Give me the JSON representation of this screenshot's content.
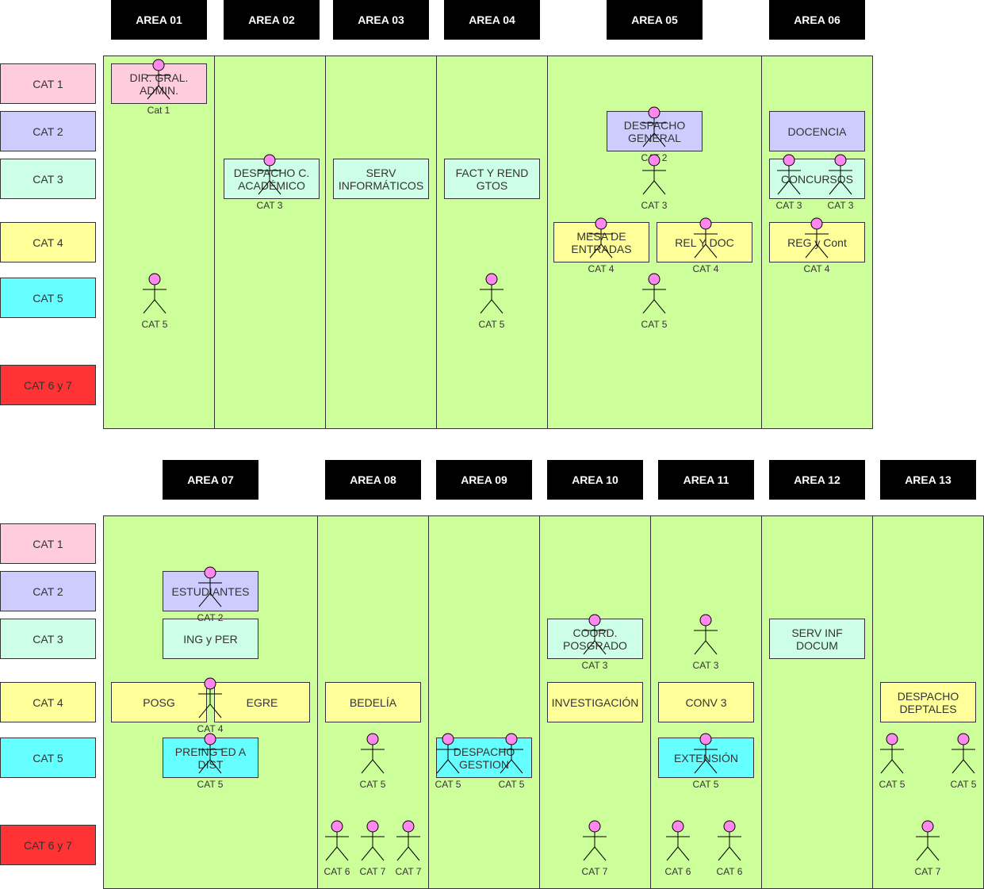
{
  "colors": {
    "cat1": "#ffccdd",
    "cat2": "#ccccff",
    "cat3": "#ccffe6",
    "cat4": "#ffff99",
    "cat5": "#66ffff",
    "cat67": "#ff3333",
    "area": "#ccff99",
    "actor_head": "#ff88ee"
  },
  "section1": {
    "areas": [
      "AREA 01",
      "AREA 02",
      "AREA 03",
      "AREA 04",
      "AREA 05",
      "AREA 06"
    ],
    "categories": [
      "CAT 1",
      "CAT 2",
      "CAT 3",
      "CAT 4",
      "CAT 5",
      "CAT 6 y 7"
    ],
    "boxes": [
      {
        "text": "DIR. GRAL. ADMIN.",
        "cat": "cat1"
      },
      {
        "text": "DESPACHO C. ACADÉMICO",
        "cat": "cat3"
      },
      {
        "text": "SERV INFORMÁTICOS",
        "cat": "cat3"
      },
      {
        "text": "FACT Y REND GTOS",
        "cat": "cat3"
      },
      {
        "text": "DESPACHO GENERAL",
        "cat": "cat2"
      },
      {
        "text": "MESA DE ENTRADAS",
        "cat": "cat4"
      },
      {
        "text": "REL Y DOC",
        "cat": "cat4"
      },
      {
        "text": "DOCENCIA",
        "cat": "cat2"
      },
      {
        "text": "CONCURSOS",
        "cat": "cat3"
      },
      {
        "text": "REG y Cont",
        "cat": "cat4"
      }
    ],
    "actors": [
      "Cat 1",
      "CAT 5",
      "CAT 3",
      "CAT 5",
      "CAT 2",
      "CAT 3",
      "CAT 4",
      "CAT 4",
      "CAT 5",
      "CAT 3",
      "CAT 3",
      "CAT 4"
    ]
  },
  "section2": {
    "areas": [
      "AREA 07",
      "AREA 08",
      "AREA 09",
      "AREA 10",
      "AREA 11",
      "AREA 12",
      "AREA 13"
    ],
    "categories": [
      "CAT 1",
      "CAT 2",
      "CAT 3",
      "CAT 4",
      "CAT 5",
      "CAT 6 y 7"
    ],
    "boxes": [
      {
        "text": "ESTUDIANTES",
        "cat": "cat2"
      },
      {
        "text": "ING y PER",
        "cat": "cat3"
      },
      {
        "text": "POSG",
        "cat": "cat4"
      },
      {
        "text": "EGRE",
        "cat": "cat4"
      },
      {
        "text": "PREING ED A DIST",
        "cat": "cat5"
      },
      {
        "text": "BEDELÍA",
        "cat": "cat4"
      },
      {
        "text": "DESPACHO GESTION",
        "cat": "cat5"
      },
      {
        "text": "COORD. POSGRADO",
        "cat": "cat3"
      },
      {
        "text": "INVESTIGACIÓN",
        "cat": "cat4"
      },
      {
        "text": "CONV 3",
        "cat": "cat4"
      },
      {
        "text": "EXTENSIÓN",
        "cat": "cat5"
      },
      {
        "text": "SERV INF DOCUM",
        "cat": "cat3"
      },
      {
        "text": "DESPACHO DEPTALES",
        "cat": "cat4"
      }
    ],
    "actors": [
      "CAT 2",
      "CAT 4",
      "CAT 5",
      "CAT 5",
      "CAT 6",
      "CAT 7",
      "CAT 7",
      "CAT 5",
      "CAT 5",
      "CAT 3",
      "CAT 7",
      "CAT 3",
      "CAT 5",
      "CAT 6",
      "CAT 6",
      "CAT 5",
      "CAT 5",
      "CAT 7"
    ]
  }
}
